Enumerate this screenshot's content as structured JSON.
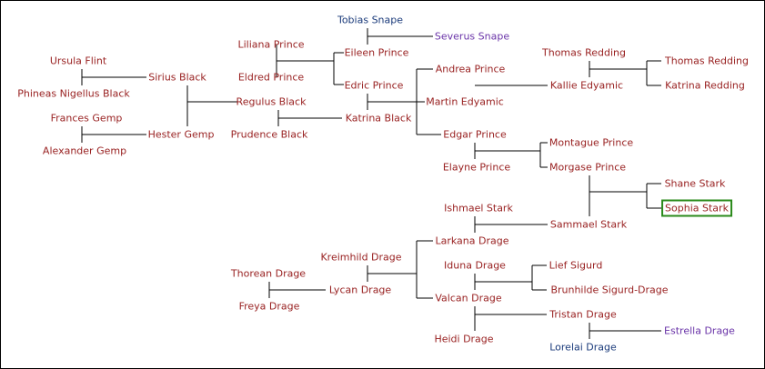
{
  "people": {
    "tobias_snape": "Tobias Snape",
    "severus_snape": "Severus Snape",
    "liliana_prince": "Liliana Prince",
    "eileen_prince": "Eileen Prince",
    "eldred_prince": "Eldred Prince",
    "edric_prince": "Edric Prince",
    "ursula_flint": "Ursula Flint",
    "sirius_black": "Sirius Black",
    "phineas_nigellus_black": "Phineas Nigellus Black",
    "regulus_black": "Regulus Black",
    "frances_gemp": "Frances Gemp",
    "hester_gemp": "Hester Gemp",
    "alexander_gemp": "Alexander Gemp",
    "prudence_black": "Prudence Black",
    "katrina_black": "Katrina Black",
    "andrea_prince": "Andrea Prince",
    "martin_edyamic": "Martin Edyamic",
    "edgar_prince": "Edgar Prince",
    "thomas_redding_sr": "Thomas Redding",
    "thomas_redding_jr": "Thomas Redding",
    "katrina_redding": "Katrina Redding",
    "kallie_edyamic": "Kallie Edyamic",
    "montague_prince": "Montague Prince",
    "elayne_prince": "Elayne Prince",
    "morgase_prince": "Morgase Prince",
    "shane_stark": "Shane Stark",
    "sophia_stark": "Sophia Stark",
    "ishmael_stark": "Ishmael Stark",
    "sammael_stark": "Sammael Stark",
    "larkana_drage": "Larkana Drage",
    "kreimhild_drage": "Kreimhild Drage",
    "thorean_drage": "Thorean Drage",
    "lycan_drage": "Lycan Drage",
    "freya_drage": "Freya Drage",
    "iduna_drage": "Iduna Drage",
    "lief_sigurd": "Lief Sigurd",
    "brunhilde_sigurd_drage": "Brunhilde Sigurd-Drage",
    "valcan_drage": "Valcan Drage",
    "tristan_drage": "Tristan Drage",
    "heidi_drage": "Heidi Drage",
    "estrella_drage": "Estrella Drage",
    "lorelai_drage": "Lorelai Drage"
  },
  "colors": {
    "default_name": "#992222",
    "dark_blue_name": "#1a3a7a",
    "purple_name": "#6a34a8",
    "selected_border": "#2a8a1a",
    "connector": "#000000"
  },
  "selected_person": "Sophia Stark"
}
